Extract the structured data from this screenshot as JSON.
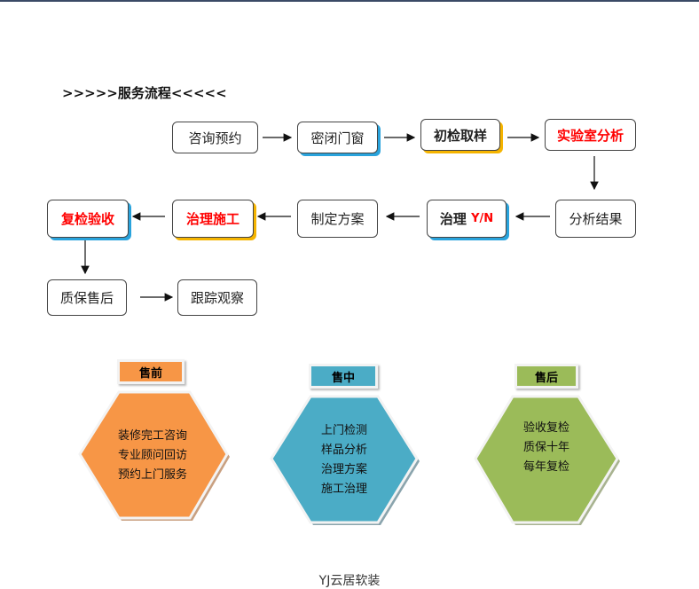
{
  "title": ">>>>>服务流程<<<<<",
  "flow": {
    "consult": "咨询预约",
    "seal": "密闭门窗",
    "sample": "初检取样",
    "lab": "实验室分析",
    "result": "分析结果",
    "treat_yn": "治理",
    "yn": "Y/N",
    "plan": "制定方案",
    "construct": "治理施工",
    "accept": "复检验收",
    "aftersale": "质保售后",
    "track": "跟踪观察"
  },
  "stages": [
    {
      "label": "售前",
      "color": "#f79646",
      "items": [
        "装修完工咨询",
        "专业顾问回访",
        "预约上门服务"
      ]
    },
    {
      "label": "售中",
      "color": "#4bacc6",
      "items": [
        "上门检测",
        "样品分析",
        "治理方案",
        "施工治理"
      ]
    },
    {
      "label": "售后",
      "color": "#9bbb59",
      "items": [
        "验收复检",
        "质保十年",
        "每年复检"
      ]
    }
  ],
  "footer": "YJ云居软装"
}
